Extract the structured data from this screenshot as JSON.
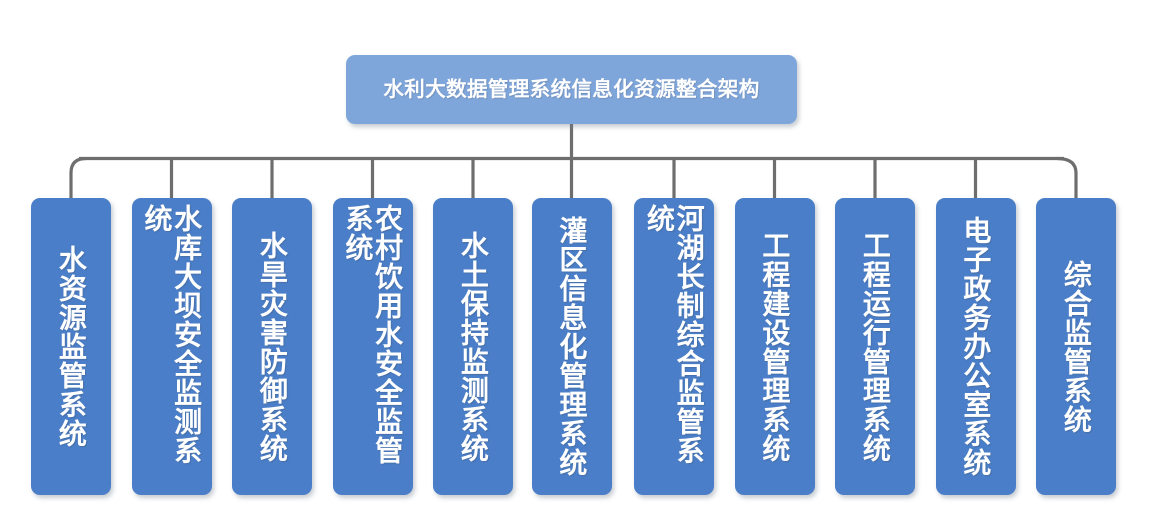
{
  "diagram": {
    "type": "org-chart",
    "orientation": "top-down",
    "background_color": "#ffffff",
    "root": {
      "label": "水利大数据管理系统信息化资源整合架构",
      "fill_color": "#7FA6DB",
      "text_color": "#ffffff"
    },
    "connector": {
      "color": "#6E6E6E",
      "style": "orthogonal-bus"
    },
    "children_style": {
      "fill_color": "#4A7EC8",
      "text_color": "#ffffff",
      "text_direction": "vertical"
    },
    "children": [
      {
        "label": "水资源监管系统"
      },
      {
        "label": "水库大坝安全监测系统"
      },
      {
        "label": "水旱灾害防御系统"
      },
      {
        "label": "农村饮用水安全监管系统"
      },
      {
        "label": "水土保持监测系统"
      },
      {
        "label": "灌区信息化管理系统"
      },
      {
        "label": "河湖长制综合监管系统"
      },
      {
        "label": "工程建设管理系统"
      },
      {
        "label": "工程运行管理系统"
      },
      {
        "label": "电子政务办公室系统"
      },
      {
        "label": "综合监管系统"
      }
    ]
  }
}
